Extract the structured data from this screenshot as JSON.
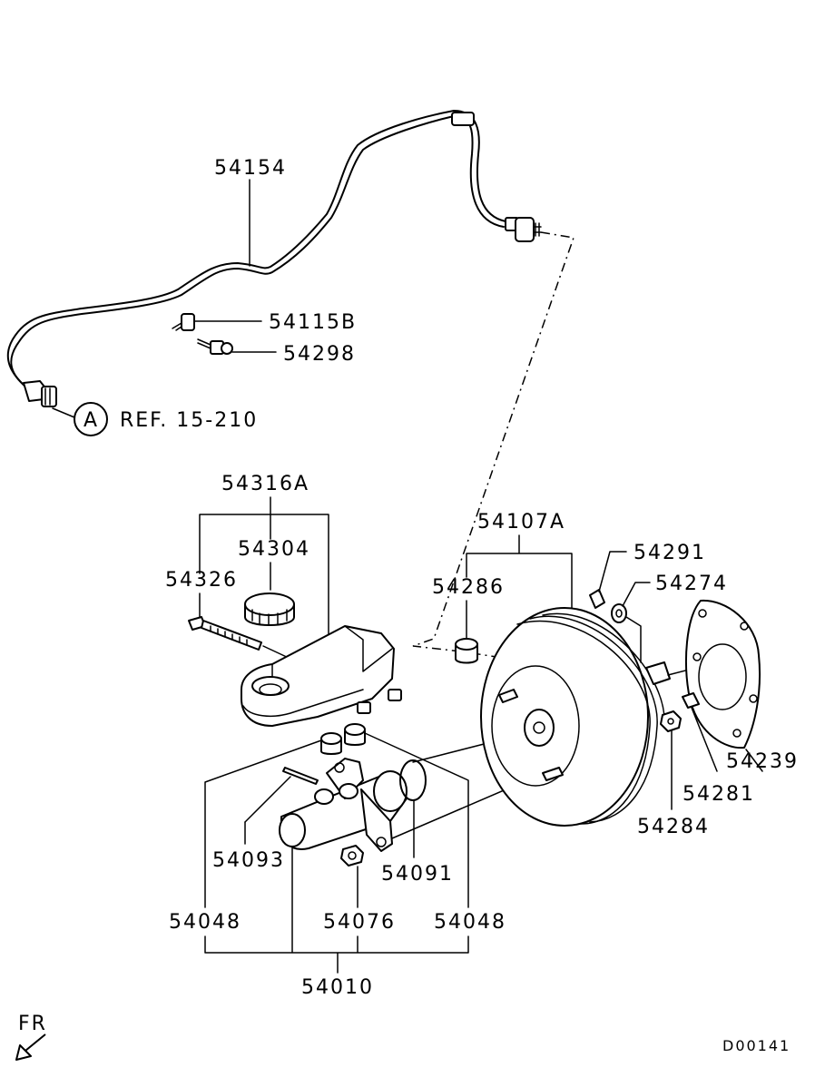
{
  "labels": {
    "p54154": "54154",
    "p54115B": "54115B",
    "p54298": "54298",
    "refCircle": "A",
    "ref": "REF. 15-210",
    "p54316A": "54316A",
    "p54304": "54304",
    "p54326": "54326",
    "p54107A": "54107A",
    "p54286": "54286",
    "p54291": "54291",
    "p54274": "54274",
    "p54239": "54239",
    "p54281": "54281",
    "p54284": "54284",
    "p54093": "54093",
    "p54091": "54091",
    "p54048a": "54048",
    "p54076": "54076",
    "p54048b": "54048",
    "p54010": "54010",
    "fr": "FR",
    "code": "D00141"
  }
}
